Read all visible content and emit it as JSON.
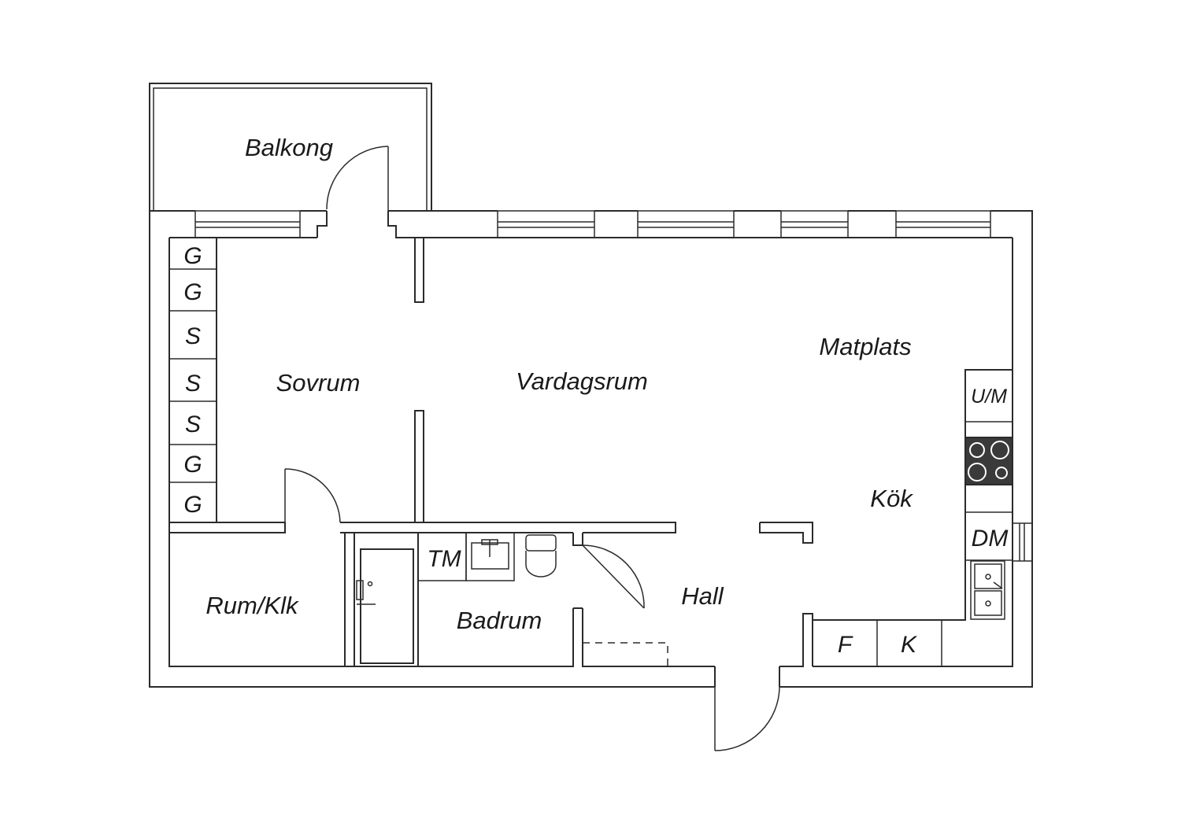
{
  "rooms": {
    "balkong": "Balkong",
    "sovrum": "Sovrum",
    "vardagsrum": "Vardagsrum",
    "matplats": "Matplats",
    "kok": "Kök",
    "rum_klk": "Rum/Klk",
    "badrum": "Badrum",
    "hall": "Hall"
  },
  "closets": [
    "G",
    "G",
    "S",
    "S",
    "S",
    "G",
    "G"
  ],
  "fixtures": {
    "tm": "TM",
    "um": "U/M",
    "dm": "DM",
    "f": "F",
    "k": "K"
  },
  "colors": {
    "wall": "#2b2b2b",
    "stove": "#3a3a3a",
    "background": "#ffffff"
  }
}
